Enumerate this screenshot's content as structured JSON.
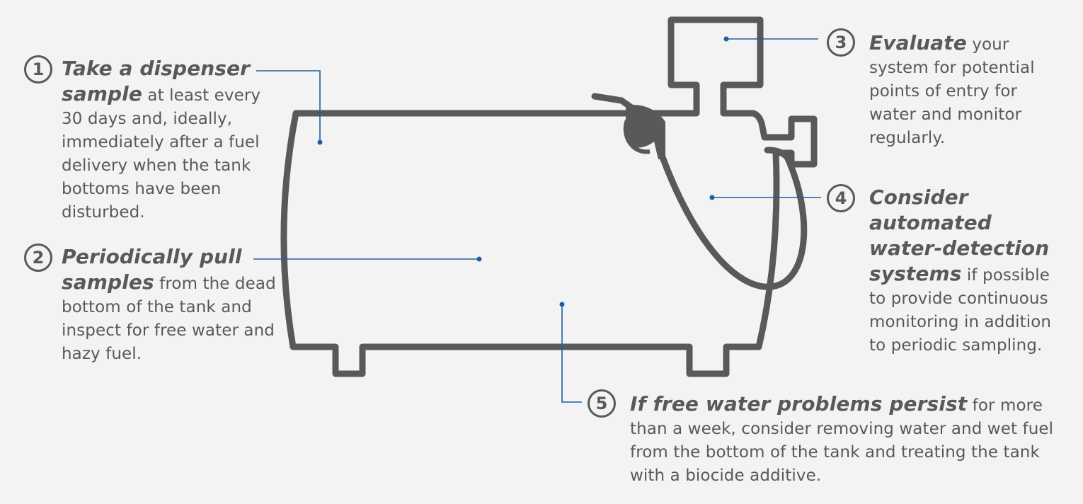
{
  "colors": {
    "background": "#f3f3f3",
    "tank": "#58595b",
    "leader": "#1f5fa0",
    "text": "#58595b"
  },
  "steps": [
    {
      "number": "1",
      "lead": "Take a dispenser sample",
      "body": " at least every 30 days and, ideally, immediately after a fuel delivery when the tank bottoms have been disturbed."
    },
    {
      "number": "2",
      "lead": "Periodically pull samples",
      "body": " from the dead bottom of the tank and inspect for free water and hazy fuel."
    },
    {
      "number": "3",
      "lead": "Evaluate",
      "body": " your system for potential points of entry for water and monitor regularly."
    },
    {
      "number": "4",
      "lead": "Consider automated water-detection systems",
      "body": " if possible to provide continuous monitoring in addition to periodic sampling."
    },
    {
      "number": "5",
      "lead": "If free water problems persist",
      "body": " for more than a week, consider removing water and wet fuel from the bottom of the tank and treating the tank with a biocide additive."
    }
  ]
}
